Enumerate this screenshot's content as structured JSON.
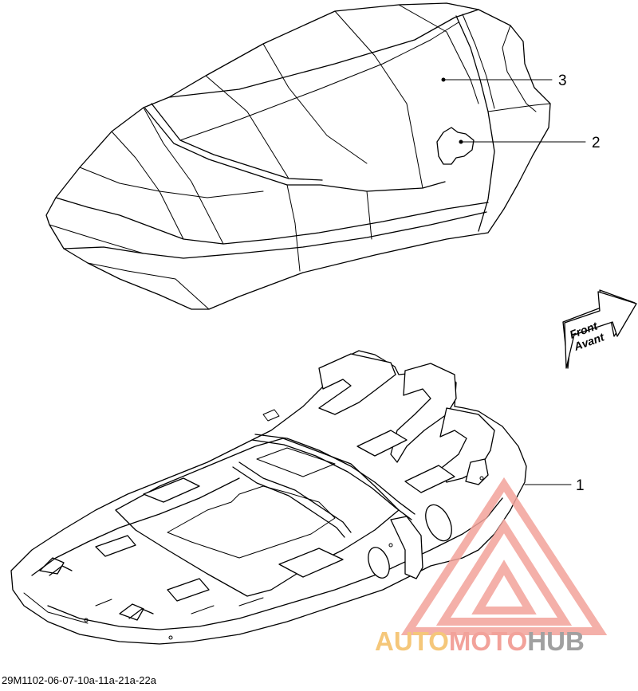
{
  "callouts": [
    {
      "number": "1"
    },
    {
      "number": "2"
    },
    {
      "number": "3"
    }
  ],
  "direction_arrow": {
    "line1": "Front",
    "line2": "Avant"
  },
  "reference_code": "29M1102-06-07-10a-11a-21a-22a",
  "watermark": {
    "part_auto": "AUTO",
    "part_moto": "MOTO",
    "part_hub": "HUB",
    "color_triangle": "#f2a29a",
    "color_auto": "#f5c77a",
    "color_moto": "#f2a29a",
    "color_hub": "#a0a0a0"
  }
}
